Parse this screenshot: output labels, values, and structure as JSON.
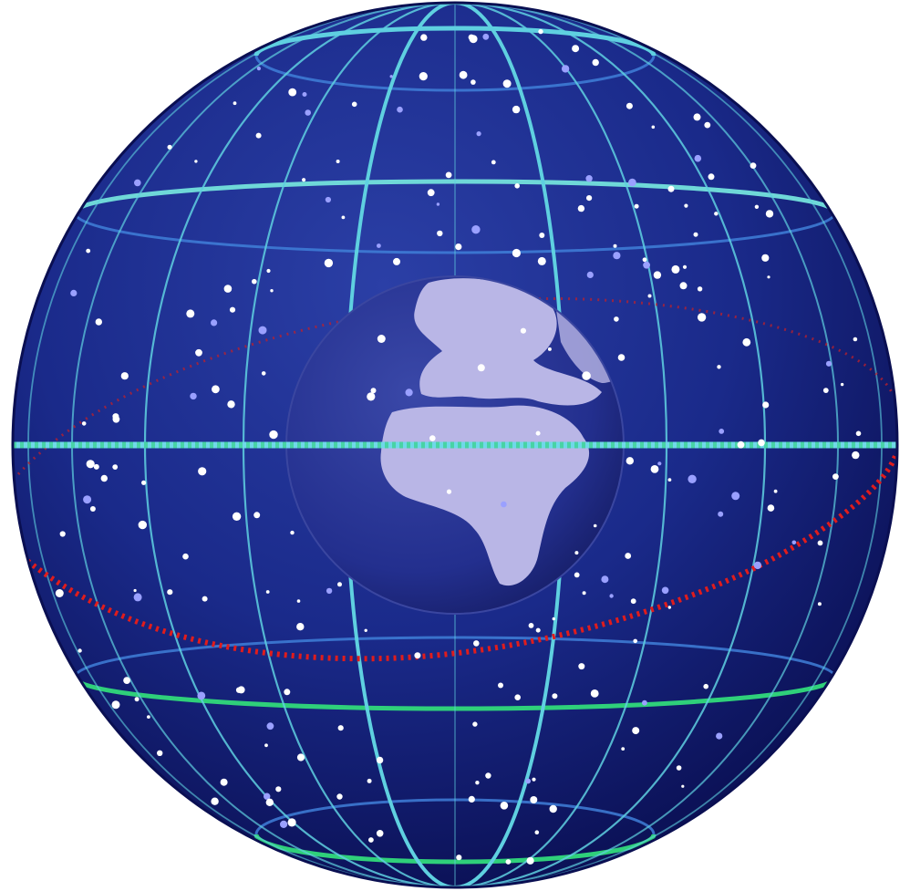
{
  "diagram": {
    "subject": "celestial-sphere",
    "has_text": false,
    "colors": {
      "page_background": "#ffffff",
      "sphere_dark": "#0a0f52",
      "sphere_mid": "#1a2a8a",
      "sphere_light": "#2b3fa6",
      "grid_near_cyan": "#5fd0e0",
      "grid_near_green": "#2fd07a",
      "grid_far_blue": "#3f7fd8",
      "ecliptic_red": "#e01c1c",
      "earth_ocean": "#232f8e",
      "earth_land": "#b9b6e6",
      "star_white": "#ffffff",
      "star_blue": "#9aa0ff"
    },
    "elements": [
      {
        "name": "celestial-sphere",
        "description_shown": false
      },
      {
        "name": "celestial-equator-line",
        "style": "solid-beaded"
      },
      {
        "name": "ecliptic-line",
        "style": "dotted"
      },
      {
        "name": "earth-globe"
      },
      {
        "name": "star-field"
      }
    ],
    "grid": {
      "latitude_circles": 5,
      "meridians": 12
    }
  }
}
